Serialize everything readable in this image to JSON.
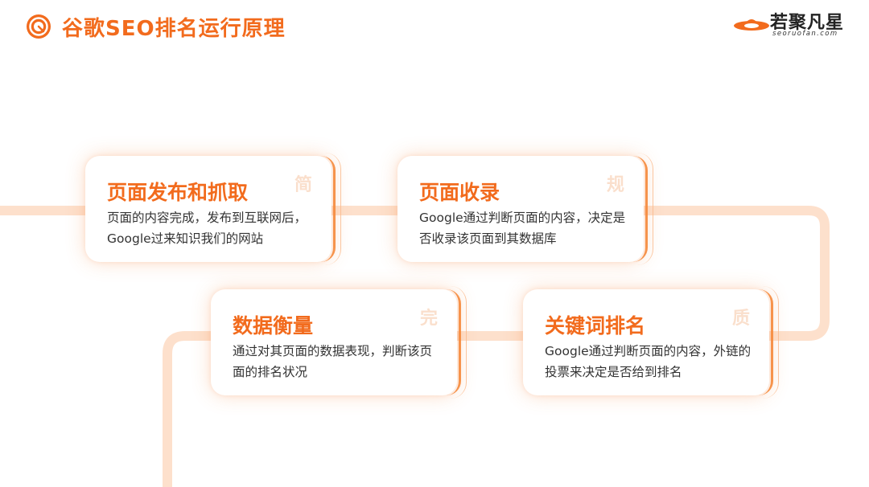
{
  "header": {
    "title": "谷歌SEO排名运行原理"
  },
  "brand": {
    "name": "若聚凡星",
    "domain": "seoruofan.com"
  },
  "colors": {
    "accent": "#f26b1d",
    "line": "#fde0cc",
    "text": "#333333"
  },
  "cards": [
    {
      "title": "页面发布和抓取",
      "description": "页面的内容完成，发布到互联网后，Google过来知识我们的网站",
      "corner_glyph": "简"
    },
    {
      "title": "页面收录",
      "description": "Google通过判断页面的内容，决定是否收录该页面到其数据库",
      "corner_glyph": "规"
    },
    {
      "title": "数据衡量",
      "description": "通过对其页面的数据表现，判断该页面的排名状况",
      "corner_glyph": "完"
    },
    {
      "title": "关键词排名",
      "description": "Google通过判断页面的内容，外链的投票来决定是否给到排名",
      "corner_glyph": "质"
    }
  ]
}
